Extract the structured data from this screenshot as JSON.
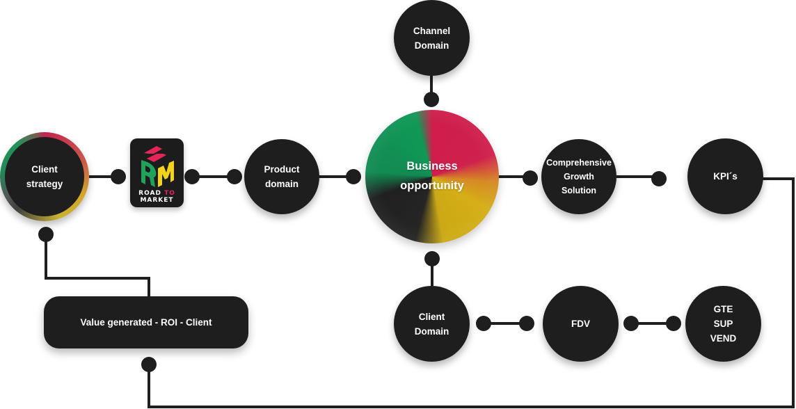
{
  "nodes": {
    "client_strategy": "Client\nstrategy",
    "product_domain": "Product\ndomain",
    "business_opportunity": "Business\nopportunity",
    "channel_domain": "Channel\nDomain",
    "comprehensive_growth": "Comprehensive\nGrowth\nSolution",
    "kpis": "KPI´s",
    "client_domain": "Client\nDomain",
    "fdv": "FDV",
    "gte_sup_vend": "GTE\nSUP\nVEND",
    "value_generated": "Value generated - ROI - Client"
  },
  "logo": {
    "name": "road-to-market-logo",
    "line1_a": "ROAD",
    "line1_b": "TO",
    "line2": "MARKET",
    "colors": {
      "pink": "#e5245a",
      "green": "#1fa35b",
      "yellow": "#f2d21b",
      "bg": "#1c1c1c"
    }
  },
  "colors": {
    "node": "#1e1e1e",
    "line": "#1e1e1e",
    "red": "#c91f4c",
    "green": "#159657",
    "yellow": "#d3ae1e"
  }
}
